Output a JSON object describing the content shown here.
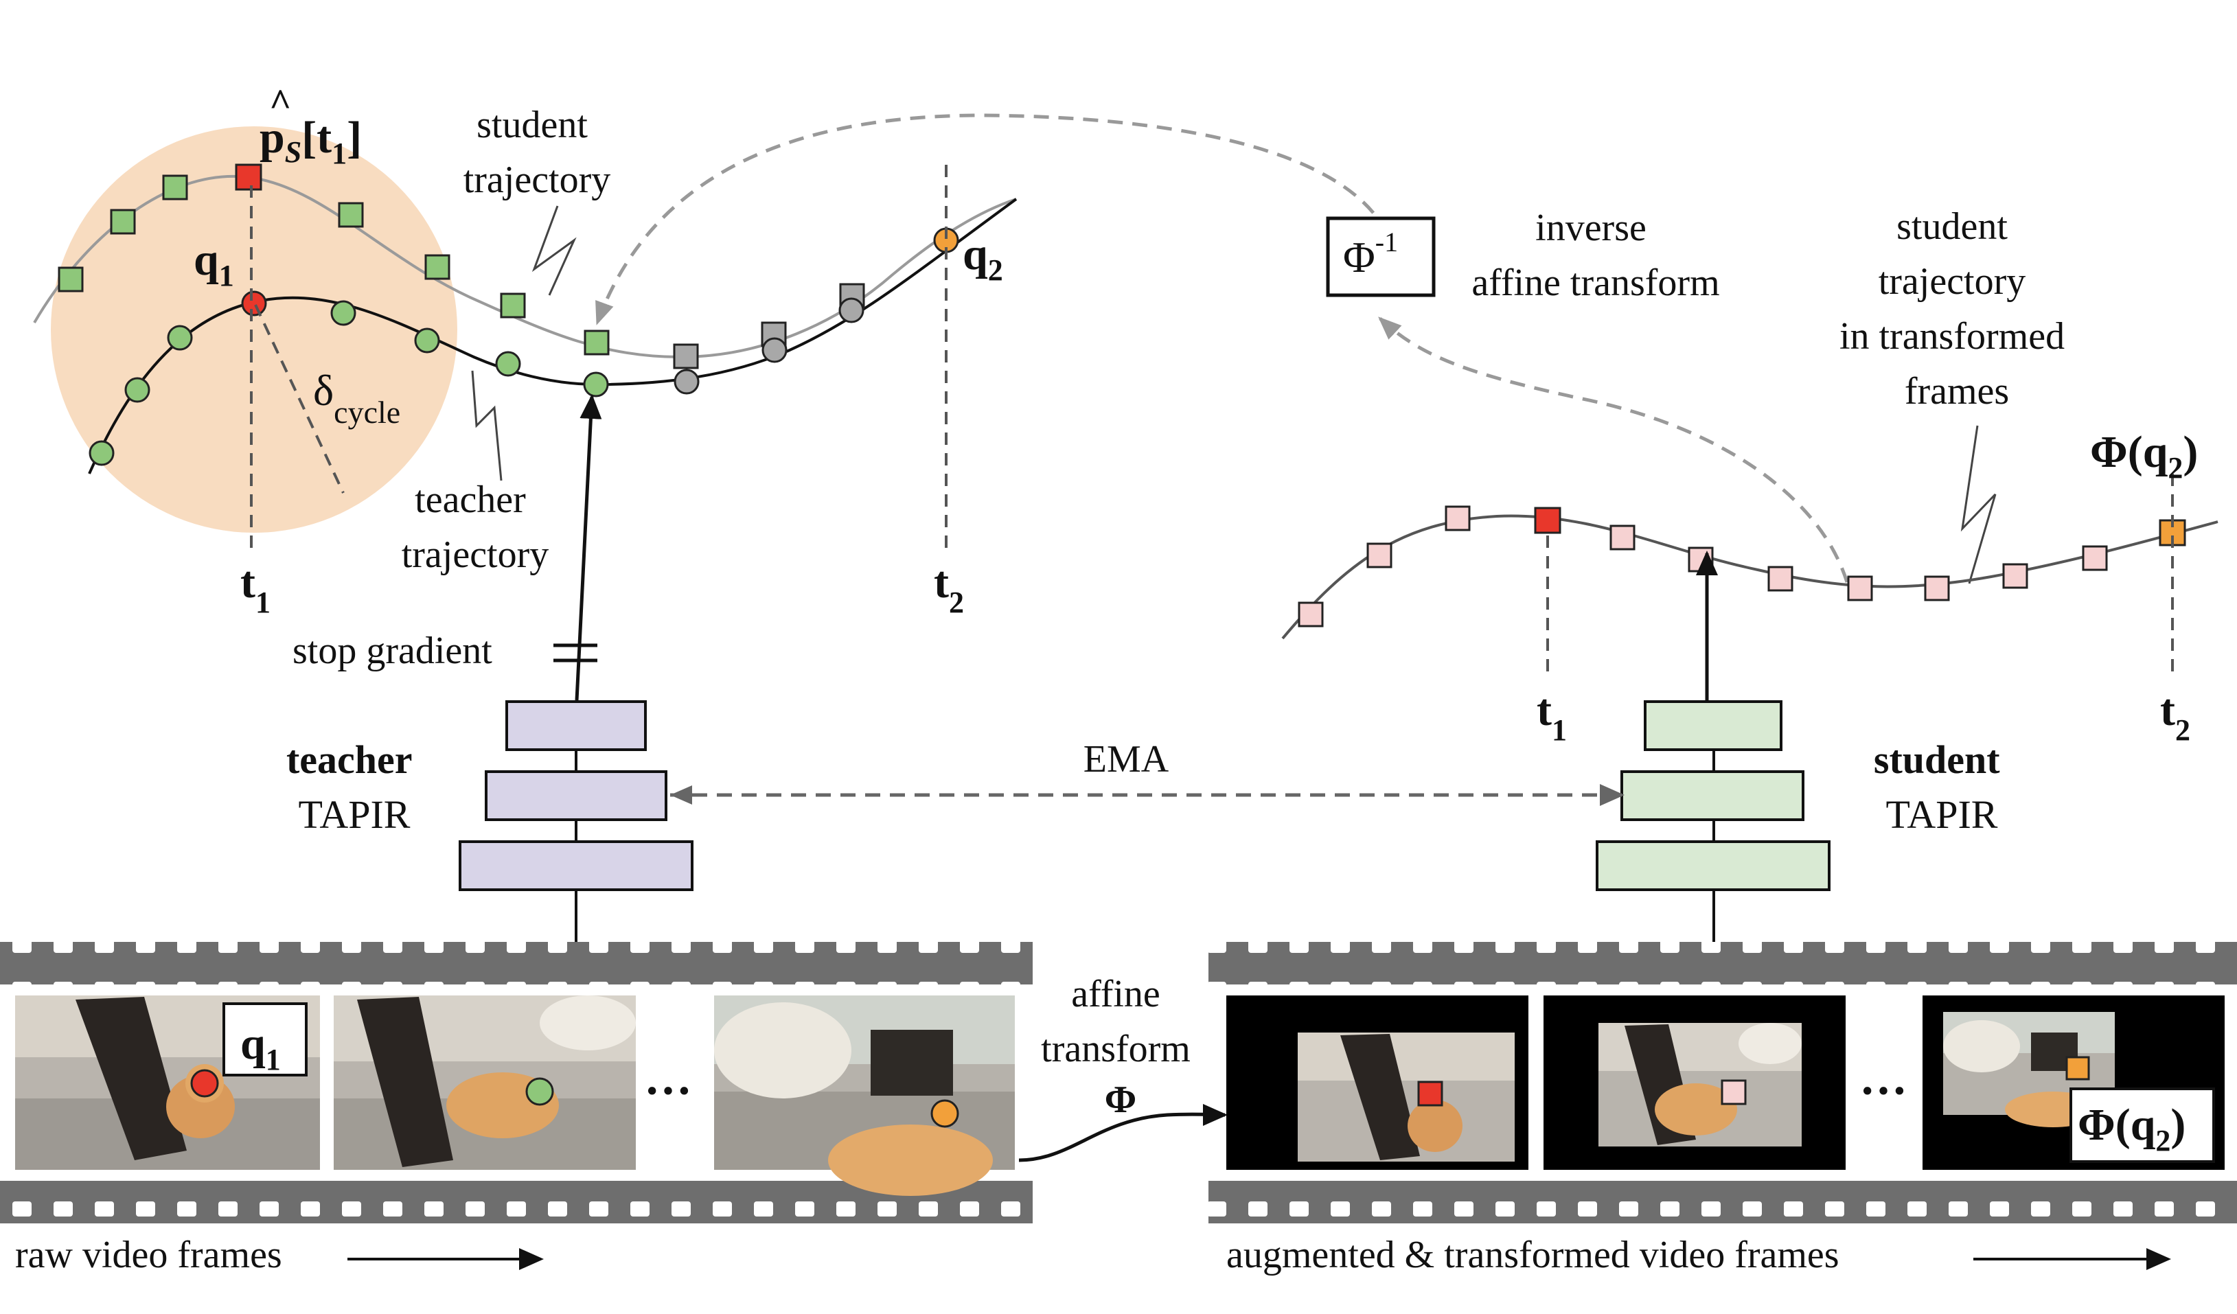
{
  "labels": {
    "p_hat_main": "p",
    "p_hat_sub": "S",
    "p_hat_index": "[t",
    "p_hat_index_sub": "1",
    "p_hat_close": "]",
    "student_trajectory_line1": "student",
    "student_trajectory_line2": "trajectory",
    "q1": "q",
    "q1_sub": "1",
    "q2": "q",
    "q2_sub": "2",
    "delta": "δ",
    "delta_sub": "cycle",
    "teacher_trajectory_line1": "teacher",
    "teacher_trajectory_line2": "trajectory",
    "t1_left": "t",
    "t1_left_sub": "1",
    "t2_left": "t",
    "t2_left_sub": "2",
    "stop_gradient": "stop gradient",
    "phi_inv_main": "Φ",
    "phi_inv_sup": "-1",
    "inverse_line1": "inverse",
    "inverse_line2": "affine transform",
    "student_transformed_line1": "student",
    "student_transformed_line2": "trajectory",
    "student_transformed_line3": "in transformed",
    "student_transformed_line4": "frames",
    "phi_q2_top": "Φ(q",
    "phi_q2_top_sub": "2",
    "phi_q2_top_close": ")",
    "t1_right": "t",
    "t1_right_sub": "1",
    "t2_right": "t",
    "t2_right_sub": "2",
    "teacher_bold": "teacher",
    "teacher_model": "TAPIR",
    "ema": "EMA",
    "student_bold": "student",
    "student_model": "TAPIR",
    "affine_line1": "affine",
    "affine_line2": "transform",
    "affine_line3": "Φ",
    "q1_box": "q",
    "q1_box_sub": "1",
    "phi_q2_box": "Φ(q",
    "phi_q2_box_sub": "2",
    "phi_q2_box_close": ")",
    "ellipsis_left": "···",
    "ellipsis_right": "···",
    "raw_frames": "raw video frames",
    "aug_frames": "augmented & transformed video frames"
  },
  "colors": {
    "circle_fill": "#f8dcc0",
    "teacher_point": "#8ec77a",
    "student_point": "#8ec77a",
    "gray_point": "#a8a8a8",
    "red_point": "#e8372b",
    "orange_point": "#f2a03a",
    "pink_point": "#f6d2d2",
    "teacher_block": "#d8d4e8",
    "student_block": "#d9ead3",
    "film": "#6e6e6e"
  }
}
